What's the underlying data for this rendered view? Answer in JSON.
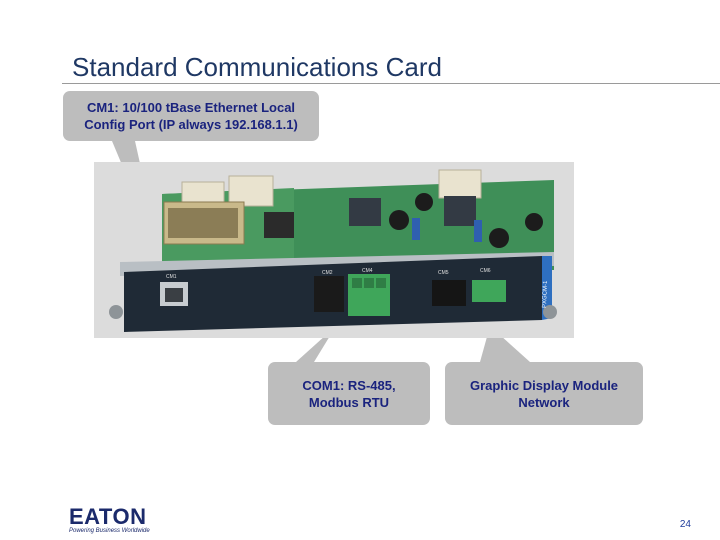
{
  "slide": {
    "title": "Standard Communications Card",
    "page_number": "24"
  },
  "callouts": {
    "ethernet": {
      "line1": "CM1: 10/100 tBase Ethernet Local",
      "line2": "Config Port (IP always 192.168.1.1)"
    },
    "com1": {
      "line1": "COM1: RS-485,",
      "line2": "Modbus RTU"
    },
    "display": {
      "line1": "Graphic Display Module",
      "line2": "Network"
    }
  },
  "card_labels": {
    "cm1": "CM1",
    "cm2": "CM2",
    "cm4": "CM4",
    "cm5": "CM5",
    "cm6": "CM6",
    "part_no": "PXGCM-1"
  },
  "logo": {
    "word": "EATON",
    "tagline": "Powering Business Worldwide"
  },
  "colors": {
    "title": "#1f3864",
    "callout_bg": "#bdbdbd",
    "callout_text": "#1a237e",
    "pcb_green": "#2e7d4a",
    "faceplate": "#1c2a3a",
    "connector_green": "#3fa65a"
  }
}
